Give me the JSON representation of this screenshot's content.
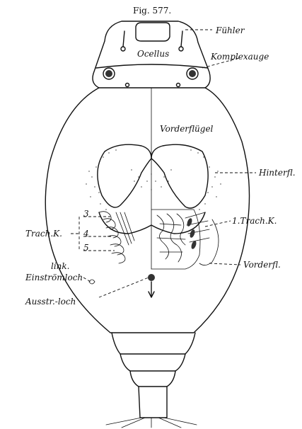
{
  "figure": {
    "caption": "Fig. 577."
  },
  "labels": {
    "fuehler": "Fühler",
    "ocellus": "Ocellus",
    "komplexauge": "Komplexauge",
    "vorderfluegel": "Vorderflügel",
    "hinterfl": "Hinterfl.",
    "trach_k": "Trach.K.",
    "num_3": "3",
    "num_4": "4",
    "num_5": "5",
    "first_trach_k": "1.Trach.K.",
    "link": "link.",
    "einstroemloch": "Einströmloch",
    "vorderfl": "Vorderfl.",
    "ausstr_loch": "Ausstr.-loch"
  }
}
